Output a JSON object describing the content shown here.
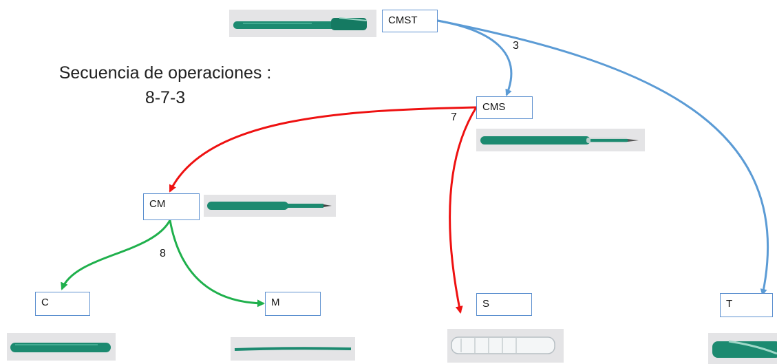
{
  "title": {
    "line1": "Secuencia de operaciones :",
    "line2": "8-7-3"
  },
  "nodes": {
    "cmst": "CMST",
    "cms": "CMS",
    "cm": "CM",
    "c": "C",
    "m": "M",
    "s": "S",
    "t": "T"
  },
  "operations": {
    "op3": "3",
    "op7": "7",
    "op8": "8"
  },
  "colors": {
    "op3_arrow": "#5b9bd5",
    "op7_arrow": "#ee1111",
    "op8_arrow": "#1fb04c",
    "box_border": "#5b8fcf",
    "pen_green": "#1c8a70"
  }
}
